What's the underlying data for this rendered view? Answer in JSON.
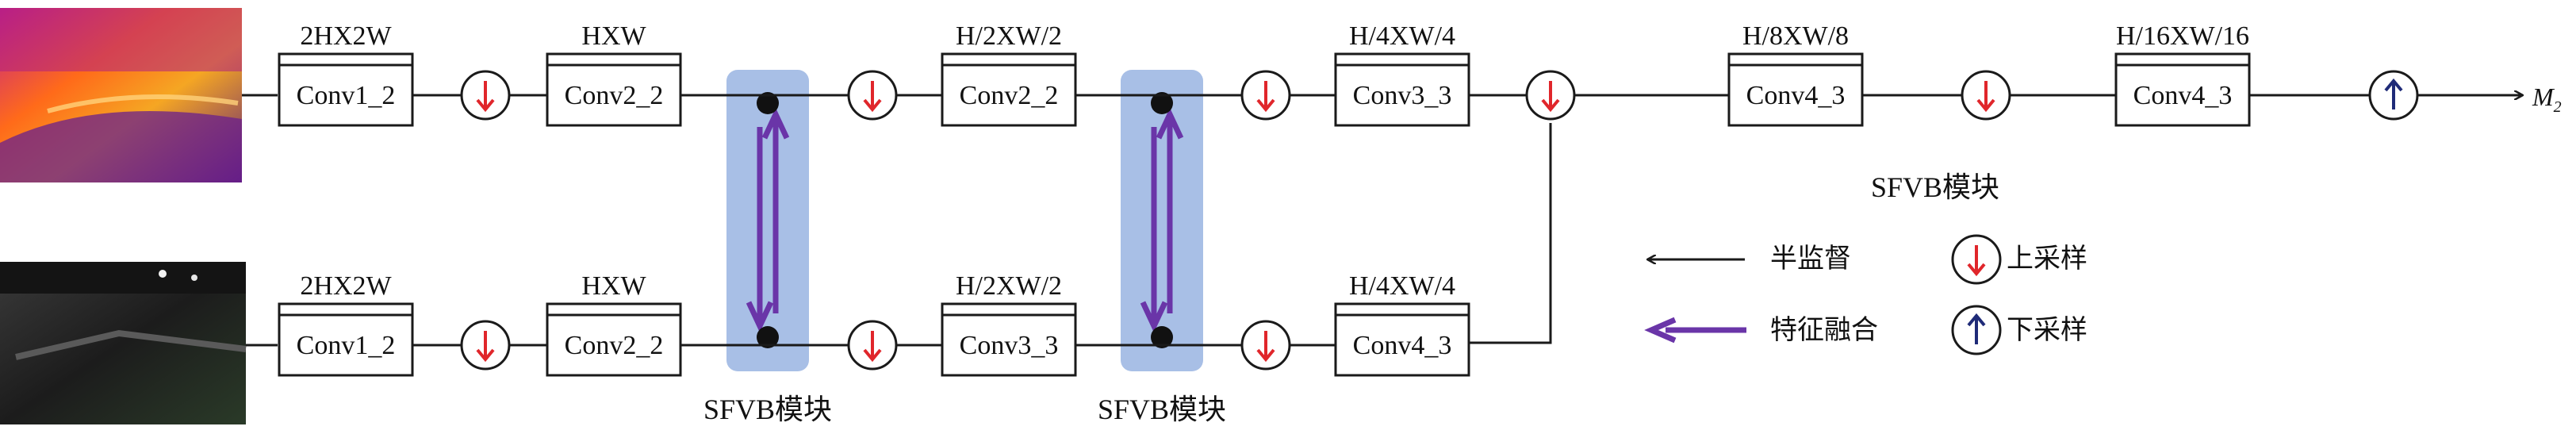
{
  "colors": {
    "line": "#1a1a1a",
    "down_arrow": "#e0262b",
    "up_arrow": "#1f2b78",
    "fusion_arrow": "#6a35a8",
    "sfvb_block": "#a8bfe6",
    "node": "#111111"
  },
  "images": {
    "top": "thermal-infrared-image",
    "bottom": "night-visible-image"
  },
  "top_stream": [
    {
      "dim": "2HX2W",
      "conv": "Conv1_2"
    },
    {
      "dim": "HXW",
      "conv": "Conv2_2"
    },
    {
      "dim": "H/2XW/2",
      "conv": "Conv2_2"
    },
    {
      "dim": "H/4XW/4",
      "conv": "Conv3_3"
    },
    {
      "dim": "H/8XW/8",
      "conv": "Conv4_3"
    },
    {
      "dim": "H/16XW/16",
      "conv": "Conv4_3"
    }
  ],
  "bottom_stream": [
    {
      "dim": "2HX2W",
      "conv": "Conv1_2"
    },
    {
      "dim": "HXW",
      "conv": "Conv2_2"
    },
    {
      "dim": "H/2XW/2",
      "conv": "Conv3_3"
    },
    {
      "dim": "H/4XW/4",
      "conv": "Conv4_3"
    }
  ],
  "sfvb_labels": [
    "SFVB模块",
    "SFVB模块",
    "SFVB模块"
  ],
  "output": {
    "symbol": "M",
    "subscript": "2"
  },
  "legend": {
    "semi_supervised": "半监督",
    "feature_fusion": "特征融合",
    "upsample": "上采样",
    "downsample": "下采样"
  }
}
